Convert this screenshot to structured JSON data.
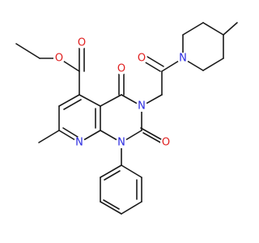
{
  "colors": {
    "bond": "#1a1a1a",
    "oxygen": "#e02020",
    "nitrogen": "#2a2ae0",
    "background": "#ffffff"
  },
  "atoms": {
    "o_ester_carbonyl": "O",
    "o_ester_ether": "O",
    "o_c4": "O",
    "o_c2": "O",
    "o_amide": "O",
    "n_pyridine": "N",
    "n1": "N",
    "n3": "N",
    "n_piperidine": "N"
  }
}
